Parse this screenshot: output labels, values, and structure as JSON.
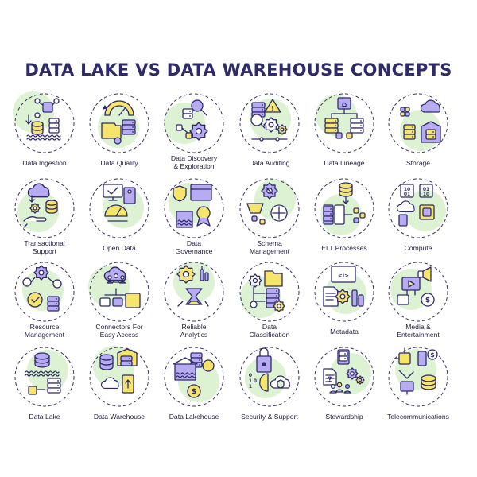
{
  "title": "DATA LAKE VS DATA WAREHOUSE CONCEPTS",
  "colors": {
    "outline": "#2e2a6b",
    "purple": "#b7acf2",
    "yellow": "#f5e56a",
    "green": "#dcf2d2",
    "dash": "#3a3560"
  },
  "icons": [
    {
      "label": "Data Ingestion",
      "icon": "ingestion-icon"
    },
    {
      "label": "Data Quality",
      "icon": "quality-icon"
    },
    {
      "label": "Data Discovery\n& Exploration",
      "icon": "discovery-icon"
    },
    {
      "label": "Data Auditing",
      "icon": "auditing-icon"
    },
    {
      "label": "Data Lineage",
      "icon": "lineage-icon"
    },
    {
      "label": "Storage",
      "icon": "storage-icon"
    },
    {
      "label": "Transactional\nSupport",
      "icon": "transactional-icon"
    },
    {
      "label": "Open Data",
      "icon": "open-data-icon"
    },
    {
      "label": "Data\nGovernance",
      "icon": "governance-icon"
    },
    {
      "label": "Schema\nManagement",
      "icon": "schema-icon"
    },
    {
      "label": "ELT Processes",
      "icon": "elt-icon"
    },
    {
      "label": "Compute",
      "icon": "compute-icon"
    },
    {
      "label": "Resource\nManagement",
      "icon": "resource-icon"
    },
    {
      "label": "Connectors For\nEasy Access",
      "icon": "connectors-icon"
    },
    {
      "label": "Reliable\nAnalytics",
      "icon": "analytics-icon"
    },
    {
      "label": "Data\nClassification",
      "icon": "classification-icon"
    },
    {
      "label": "Metadata",
      "icon": "metadata-icon"
    },
    {
      "label": "Media &\nEntertainment",
      "icon": "media-icon"
    },
    {
      "label": "Data Lake",
      "icon": "data-lake-icon"
    },
    {
      "label": "Data Warehouse",
      "icon": "warehouse-icon"
    },
    {
      "label": "Data Lakehouse",
      "icon": "lakehouse-icon"
    },
    {
      "label": "Security & Support",
      "icon": "security-icon"
    },
    {
      "label": "Stewardship",
      "icon": "stewardship-icon"
    },
    {
      "label": "Telecommunications",
      "icon": "telecom-icon"
    }
  ]
}
